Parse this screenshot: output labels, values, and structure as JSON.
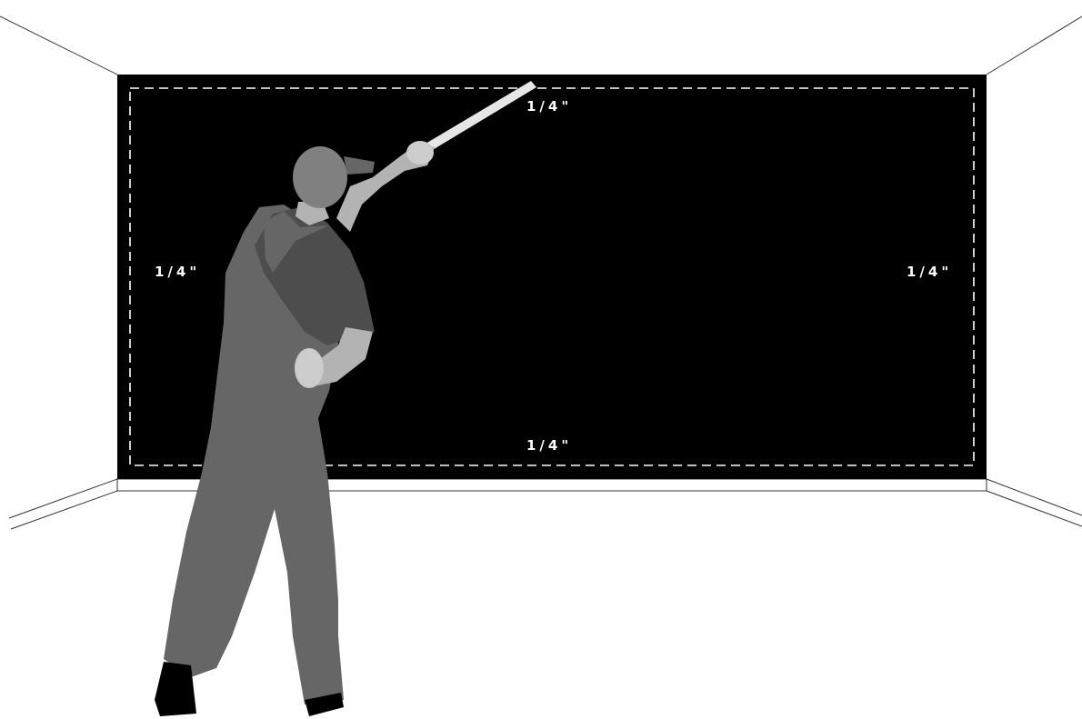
{
  "colors": {
    "background": "#ffffff",
    "wall": "#000000",
    "room_lines": "#333333",
    "dashed_guide": "#ffffff",
    "label_text": "#ffffff",
    "figure_skin": "#b3b3b3",
    "figure_cap": "#808080",
    "figure_shirt": "#4d4d4d",
    "figure_overalls": "#666666",
    "figure_boots": "#000000",
    "pole": "#e6e6e6"
  },
  "icons": {
    "figure": "person-with-paint-roller-pole"
  },
  "margins": {
    "top": "1/4\"",
    "left": "1/4\"",
    "right": "1/4\"",
    "bottom": "1/4\""
  }
}
